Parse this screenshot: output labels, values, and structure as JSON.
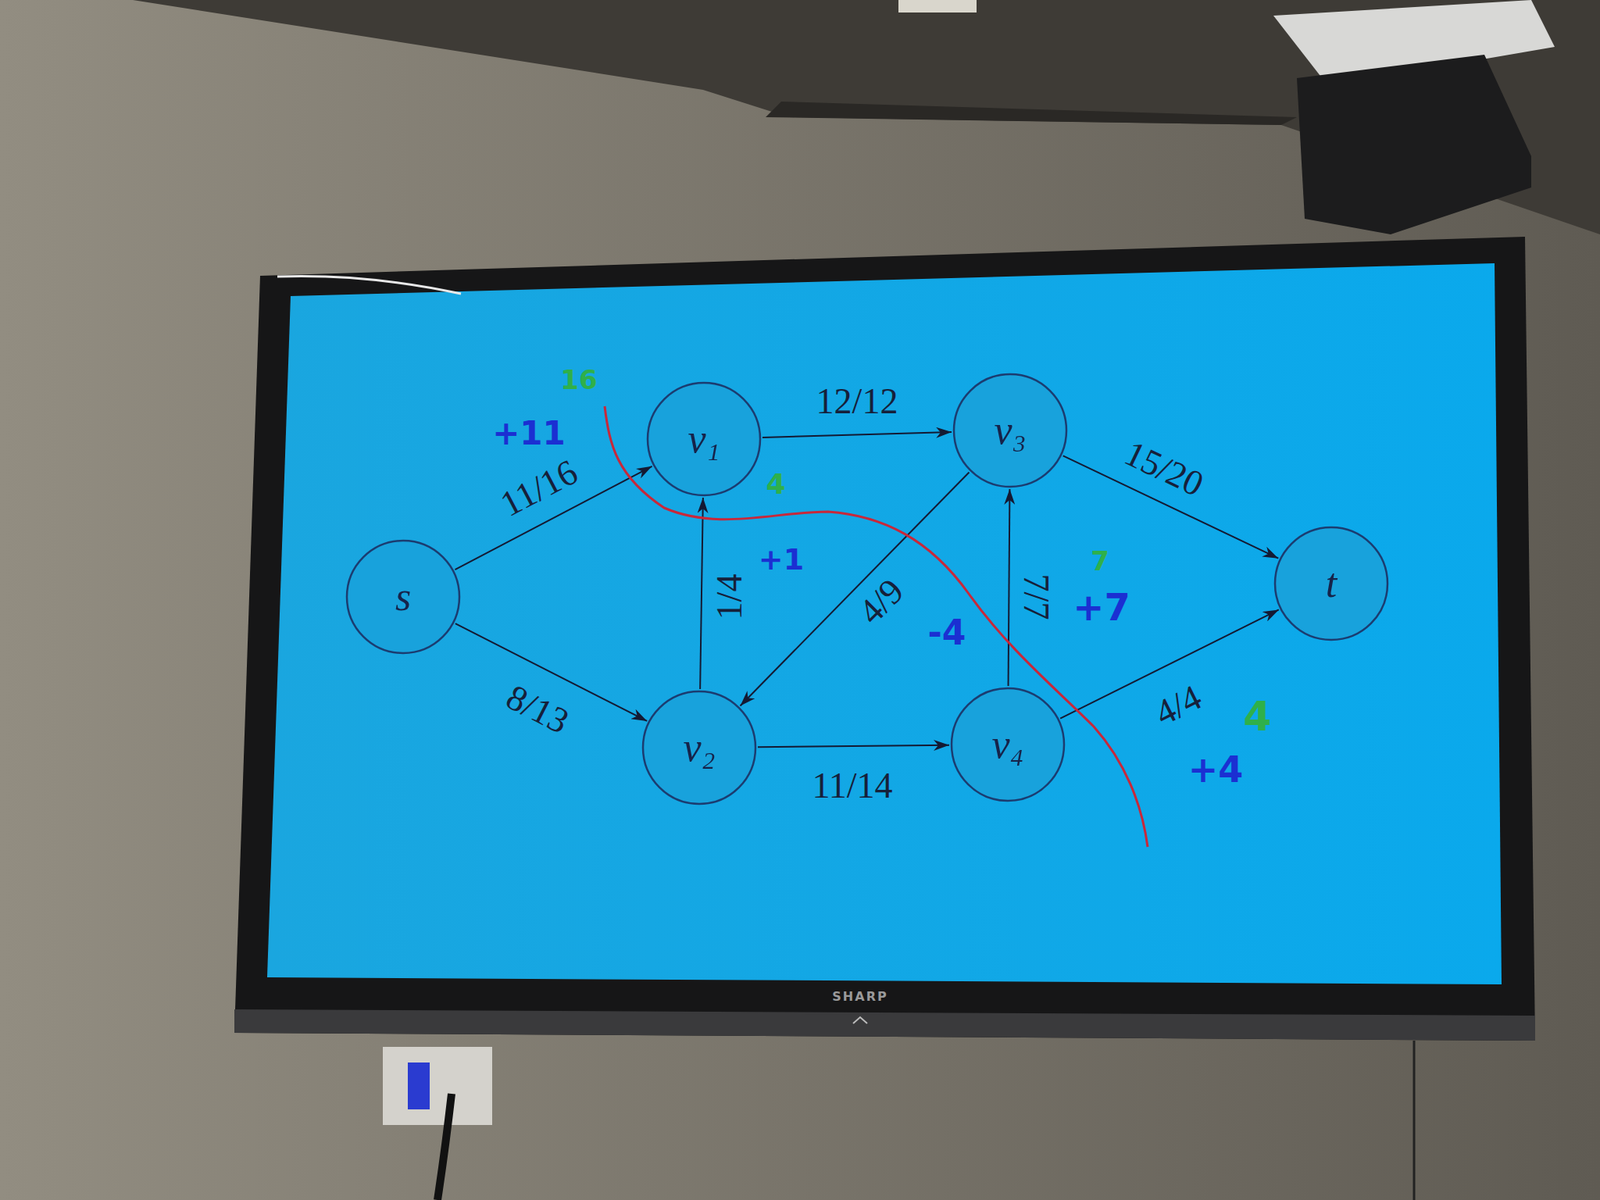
{
  "diagram": {
    "nodes": [
      {
        "text": [
          "s"
        ]
      },
      {
        "text": [
          "v₁"
        ]
      },
      {
        "text": [
          "v₂"
        ]
      },
      {
        "text": [
          "v₃"
        ]
      },
      {
        "text": [
          "v₄"
        ]
      },
      {
        "text": [
          "t"
        ]
      }
    ],
    "edges": [
      {
        "from": 0,
        "to": 1,
        "arrow": "to",
        "label": "11/16"
      },
      {
        "from": 0,
        "to": 2,
        "arrow": "to",
        "label": "8/13"
      },
      {
        "from": 1,
        "to": 3,
        "arrow": "to",
        "label": "12/12"
      },
      {
        "from": 2,
        "to": 1,
        "arrow": "to",
        "label": "1/4"
      },
      {
        "from": 3,
        "to": 2,
        "arrow": "to",
        "label": "4/9"
      },
      {
        "from": 2,
        "to": 4,
        "arrow": "to",
        "label": "11/14"
      },
      {
        "from": 4,
        "to": 3,
        "arrow": "to",
        "label": "7/7"
      },
      {
        "from": 3,
        "to": 5,
        "arrow": "to",
        "label": "15/20"
      },
      {
        "from": 4,
        "to": 5,
        "arrow": "to",
        "label": "4/4"
      }
    ],
    "labels": [
      "16",
      "+11",
      "4",
      "+1",
      "-4",
      "7",
      "+7",
      "4",
      "+4",
      "SHARP"
    ]
  }
}
